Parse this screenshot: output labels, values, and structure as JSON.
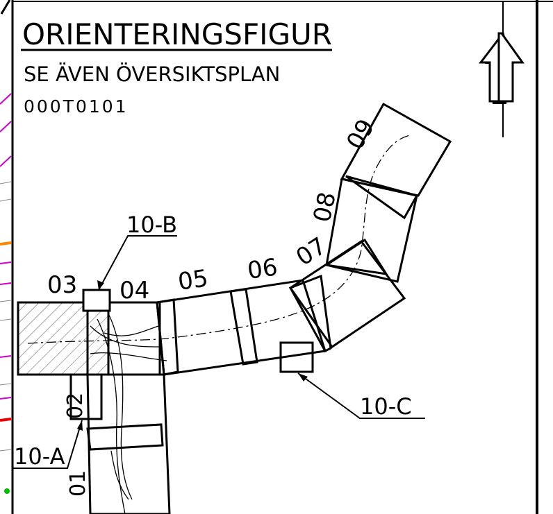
{
  "header": {
    "title": "ORIENTERINGSFIGUR",
    "subtitle": "SE ÄVEN ÖVERSIKTSPLAN",
    "drawing_number": "000T0101"
  },
  "north_arrow": {
    "icon": "north-arrow-icon"
  },
  "sections": {
    "s01": "01",
    "s02": "02",
    "s03": "03",
    "s04": "04",
    "s05": "05",
    "s06": "06",
    "s07": "07",
    "s08": "08",
    "s09": "09"
  },
  "detail_refs": {
    "a": "10-A",
    "b": "10-B",
    "c": "10-C"
  },
  "colors": {
    "line": "#000000",
    "background": "#ffffff",
    "edge_magenta": "#cc00cc",
    "edge_orange": "#ff8800",
    "edge_red": "#ee0000",
    "edge_green": "#00bb00"
  }
}
